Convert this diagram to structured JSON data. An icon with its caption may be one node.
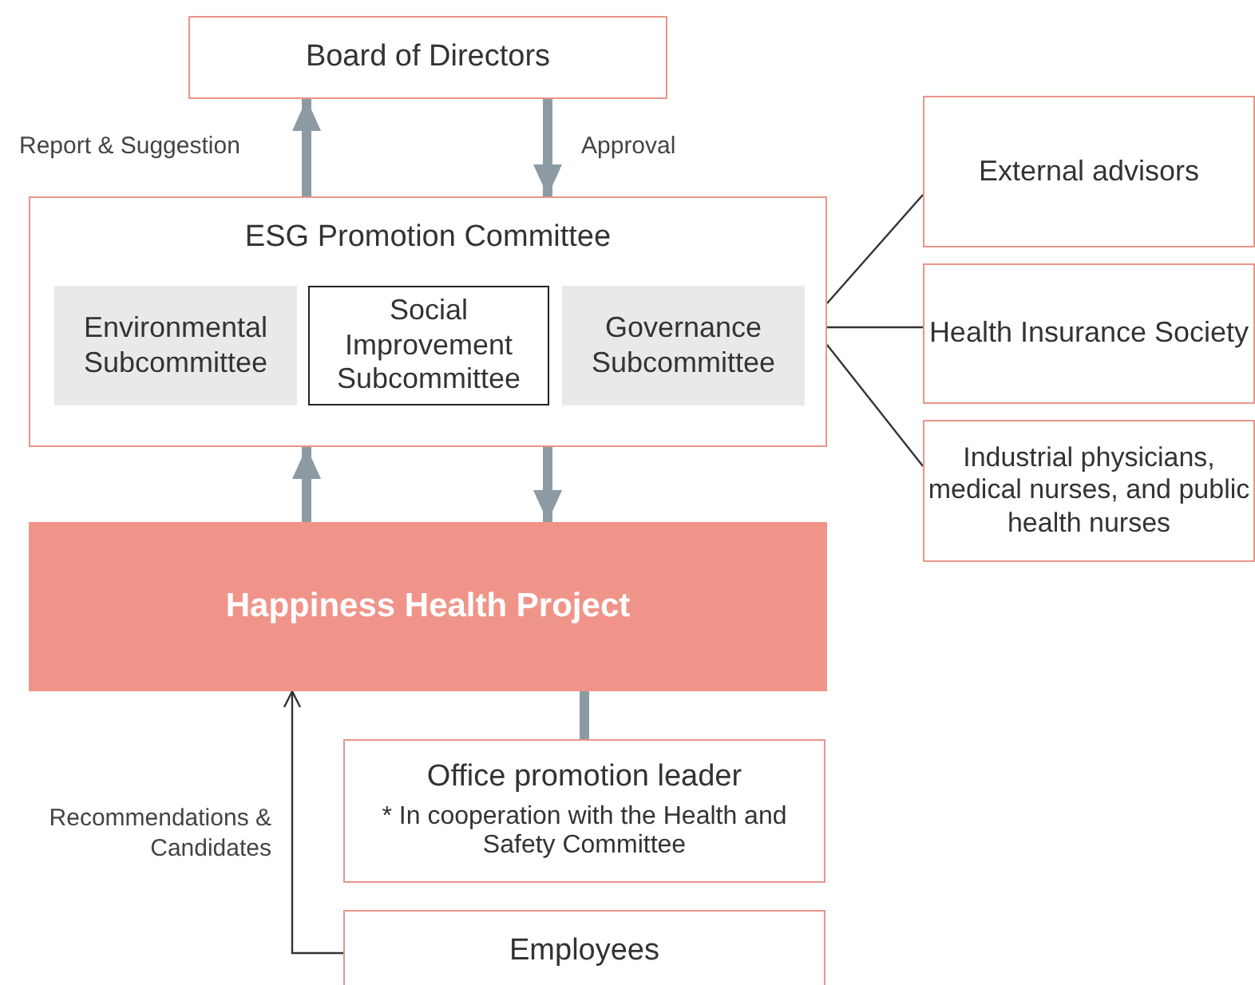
{
  "diagram": {
    "nodes": [
      {
        "text": [
          "Board of Directors"
        ]
      },
      {
        "text": [
          "ESG Promotion Committee"
        ]
      },
      {
        "text": [
          "Environmental Subcommittee"
        ],
        "in": 1
      },
      {
        "text": [
          "Social Improvement Subcommittee"
        ],
        "in": 1
      },
      {
        "text": [
          "Governance Subcommittee"
        ],
        "in": 1
      },
      {
        "text": [
          "External advisors"
        ]
      },
      {
        "text": [
          "Health Insurance Society"
        ]
      },
      {
        "text": [
          "Industrial physicians, medical nurses, and public health nurses"
        ]
      },
      {
        "text": [
          "Happiness Health Project"
        ]
      },
      {
        "text": [
          "Office promotion leader",
          "* In cooperation with the Health and Safety Committee"
        ]
      },
      {
        "text": [
          "Employees"
        ]
      }
    ],
    "edges": [
      {
        "from": 1,
        "to": 0,
        "arrow": "to",
        "label": "Report & Suggestion"
      },
      {
        "from": 0,
        "to": 1,
        "arrow": "to",
        "label": "Approval"
      },
      {
        "from": 8,
        "to": 1,
        "arrow": "to"
      },
      {
        "from": 1,
        "to": 8,
        "arrow": "to"
      },
      {
        "from": 1,
        "to": 5,
        "arrow": "none",
        "color": "#333333"
      },
      {
        "from": 1,
        "to": 6,
        "arrow": "none",
        "color": "#333333"
      },
      {
        "from": 1,
        "to": 7,
        "arrow": "none",
        "color": "#333333"
      },
      {
        "from": 8,
        "to": 9,
        "arrow": "none"
      },
      {
        "from": 10,
        "to": 8,
        "arrow": "to",
        "color": "#333333",
        "label": "Recommendations & Candidates"
      }
    ]
  }
}
